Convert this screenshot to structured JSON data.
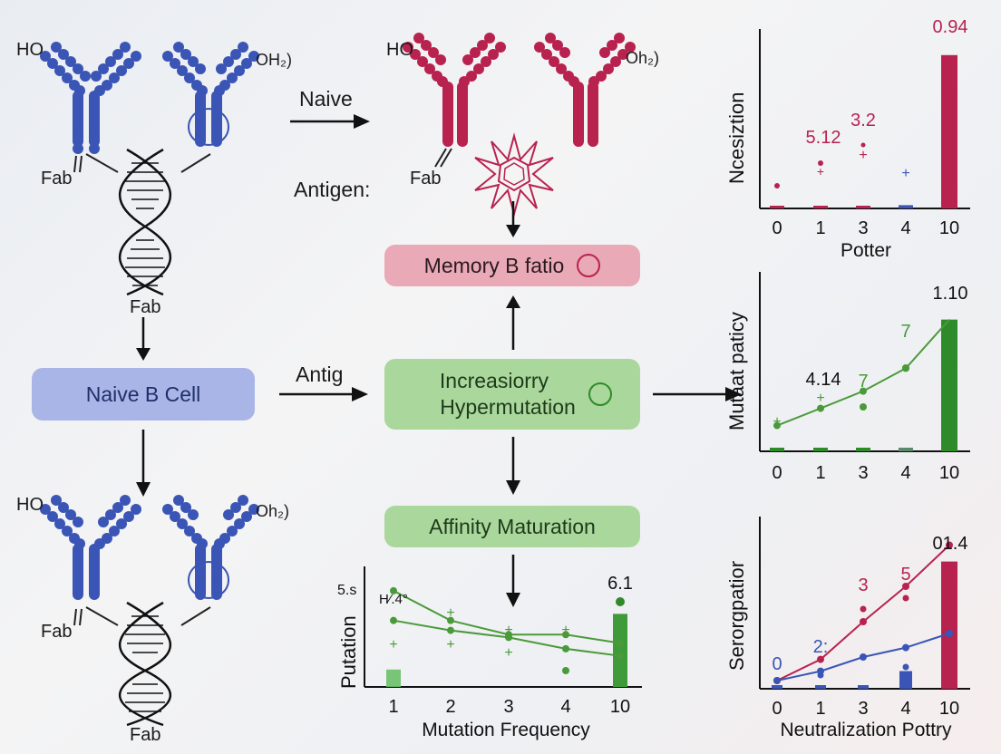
{
  "labels": {
    "ab_tl_left": "HO",
    "ab_tl_right": "OH₂)",
    "ab_tr_left": "HO",
    "ab_tr_right": "Oh₂)",
    "ab_bl_left": "HO",
    "ab_bl_right": "Oh₂)",
    "fab_1": "Fab",
    "fab_2": "Fab",
    "fab_3": "Fab",
    "fab_4": "Fab",
    "fab_5": "Fab",
    "naive_arrow": "Naive",
    "antigen": "Antigen:",
    "antig_arrow": "Antig"
  },
  "boxes": {
    "naive_b_cell": "Naive B Cell",
    "memory": "Memory B fatio",
    "hyper_line1": "Increasiorry",
    "hyper_line2": "Hypermutation",
    "affinity": "Affinity Maturation"
  },
  "colors": {
    "blue": "#3a55b5",
    "pink": "#b8224f",
    "green": "#4a9a3a",
    "dark_green": "#2f8a2a"
  },
  "chart_data": [
    {
      "type": "bar",
      "ylabel": "Ncesiztion",
      "xlabel": "Potter",
      "categories": [
        "0",
        "1",
        "3",
        "4",
        "10"
      ],
      "values": [
        0.01,
        0.01,
        0.01,
        0.02,
        0.94
      ],
      "ylim": [
        0,
        1
      ],
      "annotations": [
        "5.12",
        "3.2",
        "0.94"
      ]
    },
    {
      "type": "line",
      "ylabel": "Mutaat paticy",
      "categories": [
        "0",
        "1",
        "3",
        "4",
        "10"
      ],
      "series": [
        {
          "values": [
            0.18,
            0.3,
            0.42,
            0.58,
            0.92
          ]
        }
      ],
      "bars": [
        0.01,
        0.01,
        0.01,
        0.02,
        0.92
      ],
      "annotations": [
        "4.14",
        "7",
        "7",
        "1.10"
      ]
    },
    {
      "type": "line",
      "ylabel": "Serorgpatior",
      "xlabel": "Neutralization Pottry",
      "categories": [
        "0",
        "1",
        "3",
        "4",
        "10"
      ],
      "series": [
        {
          "values": [
            0.1,
            0.28,
            0.6,
            0.9,
            1.25
          ]
        },
        {
          "values": [
            0.1,
            0.18,
            0.3,
            0.38,
            0.5
          ]
        }
      ],
      "bars": [
        0.02,
        0.02,
        0.02,
        0.15,
        1.08
      ],
      "annotations": [
        "0",
        "2:",
        "3",
        "5",
        "01.4"
      ]
    },
    {
      "type": "line",
      "ylabel": "Putation",
      "xlabel": "Mutation Frequency",
      "categories": [
        "1",
        "2",
        "3",
        "4",
        "10"
      ],
      "series": [
        {
          "values": [
            0.68,
            0.47,
            0.37,
            0.37,
            0.31
          ]
        },
        {
          "values": [
            0.47,
            0.4,
            0.35,
            0.27,
            0.22
          ]
        }
      ],
      "bars": [
        0.1,
        0,
        0,
        0,
        0.42
      ],
      "annotations": [
        "5.s",
        "H⁄.4°",
        "6.1"
      ]
    }
  ]
}
